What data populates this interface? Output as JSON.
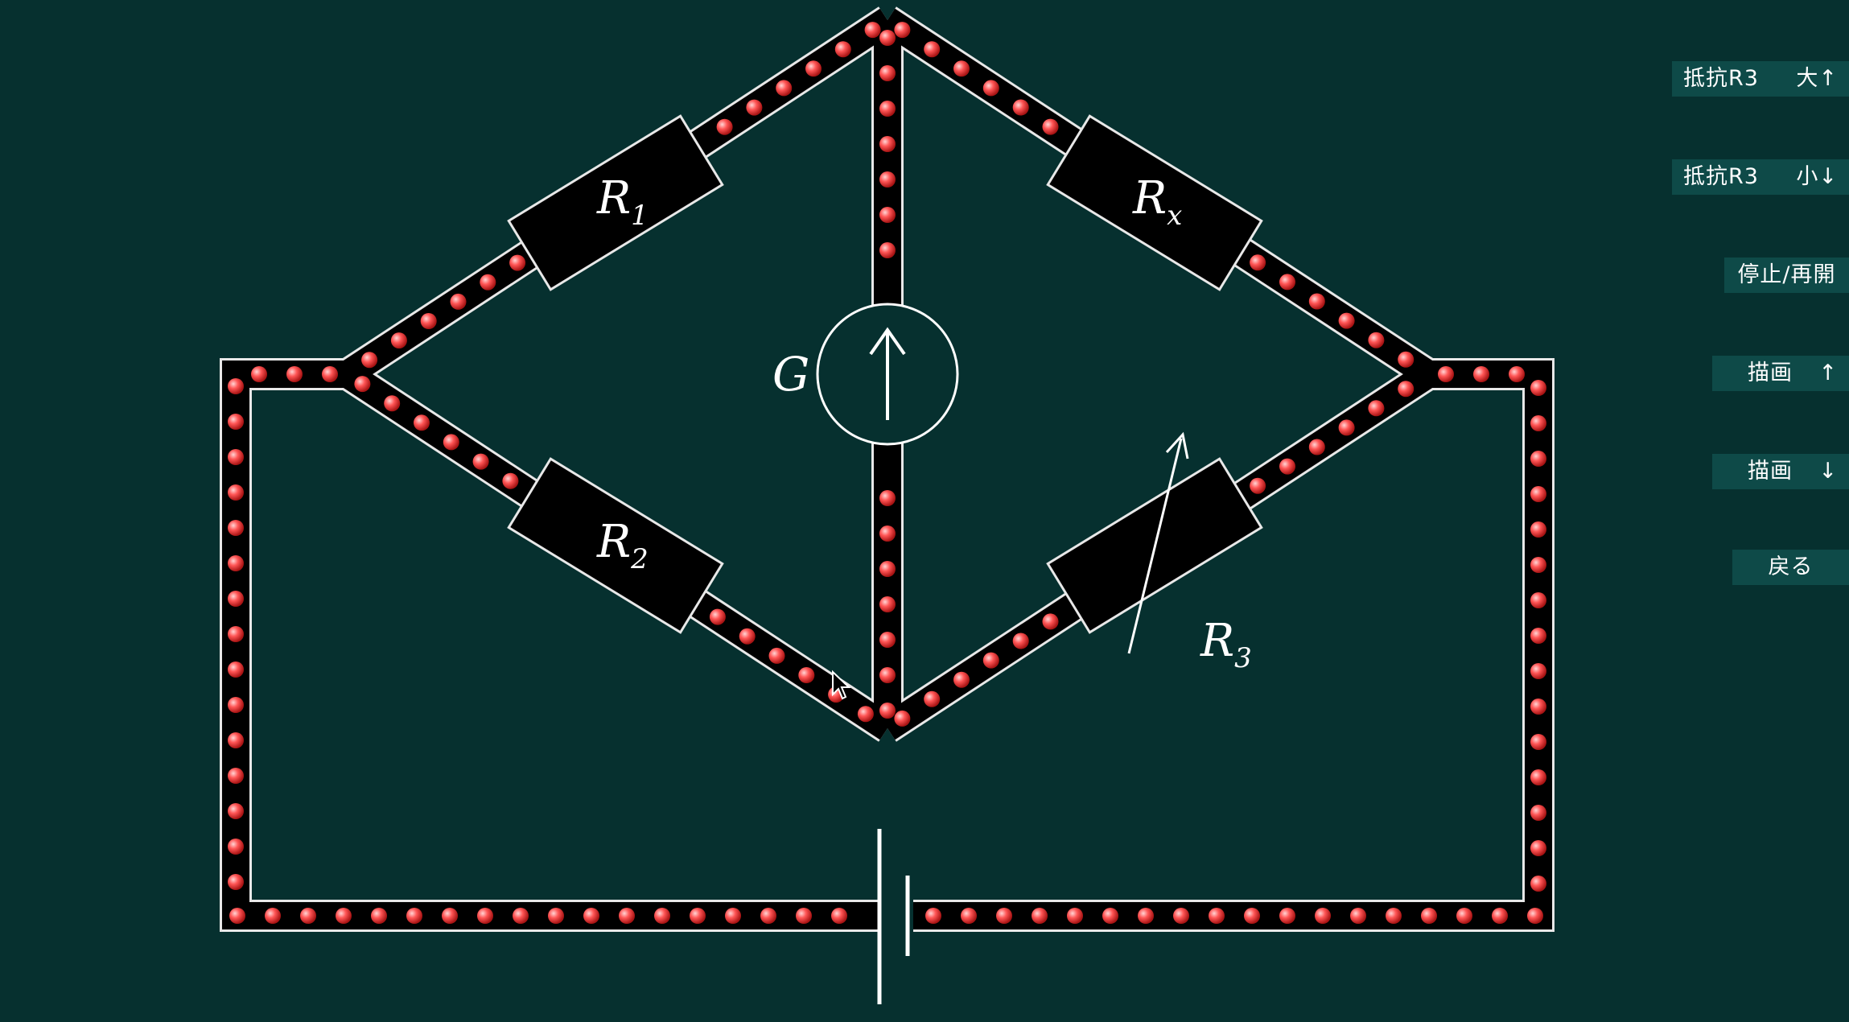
{
  "controls": {
    "r3_increase": {
      "label": "抵抗R3",
      "arrow": "大↑"
    },
    "r3_decrease": {
      "label": "抵抗R3",
      "arrow": "小↓"
    },
    "pause_resume": {
      "label": "停止/再開"
    },
    "draw_up": {
      "label": "描画",
      "arrow": "↑"
    },
    "draw_down": {
      "label": "描画",
      "arrow": "↓"
    },
    "back": {
      "label": "戻る"
    }
  },
  "circuit": {
    "resistors": [
      {
        "id": "R1",
        "symbol": "R",
        "subscript": "1"
      },
      {
        "id": "R2",
        "symbol": "R",
        "subscript": "2"
      },
      {
        "id": "Rx",
        "symbol": "R",
        "subscript": "x"
      },
      {
        "id": "R3",
        "symbol": "R",
        "subscript": "3",
        "variable": true
      }
    ],
    "galvanometer": {
      "symbol": "G",
      "needle": "up"
    },
    "battery": true
  },
  "colors": {
    "background": "#06302f",
    "wire_outline": "#e8e8e8",
    "wire_fill": "#000000",
    "charge": "#ff4b4b",
    "button_bg": "#0e4a48",
    "button_text": "#ffffff"
  }
}
